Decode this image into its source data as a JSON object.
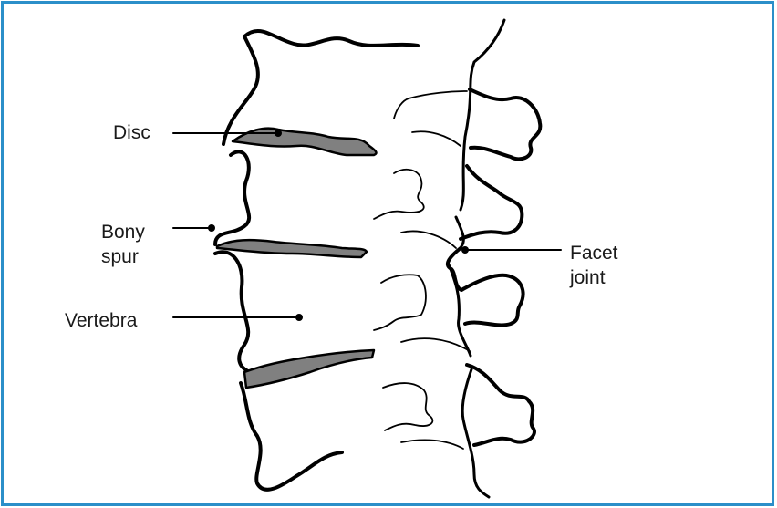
{
  "colors": {
    "frame_border": "#2b8fc9",
    "outline": "#000000",
    "disc_fill": "#808080",
    "text": "#1a1a1a"
  },
  "labels": {
    "disc": "Disc",
    "bony_spur": [
      "Bony",
      "spur"
    ],
    "vertebra": "Vertebra",
    "facet_joint": [
      "Facet",
      "joint"
    ]
  }
}
